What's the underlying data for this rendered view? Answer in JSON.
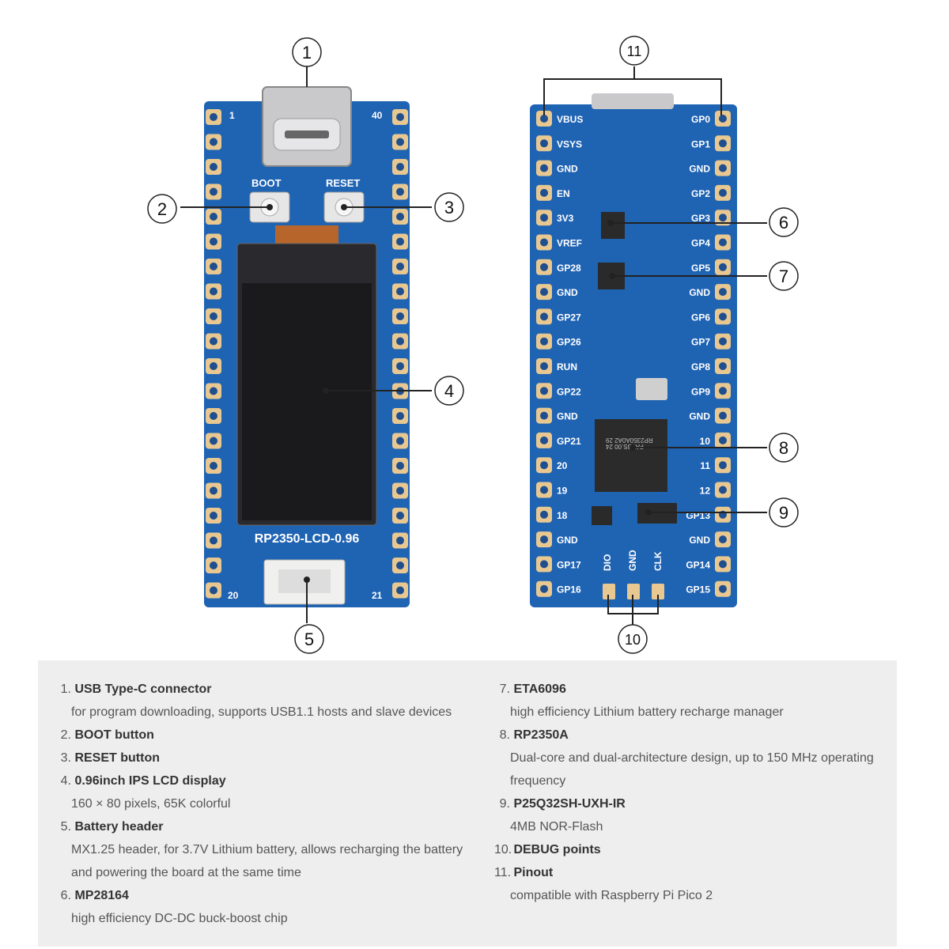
{
  "front": {
    "board_name": "RP2350-LCD-0.96",
    "pin_1": "1",
    "pin_40": "40",
    "pin_20": "20",
    "pin_21": "21",
    "boot_label": "BOOT",
    "reset_label": "RESET"
  },
  "back": {
    "left_pins": [
      "VBUS",
      "VSYS",
      "GND",
      "EN",
      "3V3",
      "VREF",
      "GP28",
      "GND",
      "GP27",
      "GP26",
      "RUN",
      "GP22",
      "GND",
      "GP21",
      "20",
      "19",
      "18",
      "GND",
      "GP17",
      "GP16"
    ],
    "right_pins": [
      "GP0",
      "GP1",
      "GND",
      "GP2",
      "GP3",
      "GP4",
      "GP5",
      "GND",
      "GP6",
      "GP7",
      "GP8",
      "GP9",
      "GND",
      "10",
      "11",
      "12",
      "GP13",
      "GND",
      "GP14",
      "GP15"
    ],
    "debug_labels": [
      "DIO",
      "GND",
      "CLK"
    ],
    "chip_text": [
      "RP2350A0A2 29",
      "PAVBS.00 24"
    ]
  },
  "callouts": [
    "①",
    "②",
    "③",
    "④",
    "⑤",
    "⑥",
    "⑦",
    "⑧",
    "⑨",
    "⑩",
    "⑪"
  ],
  "legend": [
    {
      "num": "1.",
      "title": "USB Type-C connector",
      "desc": [
        "for program downloading, supports USB1.1 hosts and slave devices"
      ]
    },
    {
      "num": "2.",
      "title": "BOOT button",
      "desc": []
    },
    {
      "num": "3.",
      "title": "RESET button",
      "desc": []
    },
    {
      "num": "4.",
      "title": "0.96inch IPS LCD display",
      "desc": [
        "160 × 80 pixels, 65K colorful"
      ]
    },
    {
      "num": "5.",
      "title": "Battery header",
      "desc": [
        "MX1.25 header, for 3.7V Lithium battery, allows recharging the battery",
        "and powering the board at the same time"
      ]
    },
    {
      "num": "6.",
      "title": "MP28164",
      "desc": [
        "high efficiency DC-DC buck-boost chip"
      ]
    },
    {
      "num": "7.",
      "title": "ETA6096",
      "desc": [
        "high efficiency Lithium battery recharge manager"
      ]
    },
    {
      "num": "8.",
      "title": "RP2350A",
      "desc": [
        "Dual-core and dual-architecture design, up to 150 MHz operating",
        "frequency"
      ]
    },
    {
      "num": "9.",
      "title": "P25Q32SH-UXH-IR",
      "desc": [
        "4MB NOR-Flash"
      ]
    },
    {
      "num": "10.",
      "title": "DEBUG points",
      "desc": []
    },
    {
      "num": "11.",
      "title": "Pinout",
      "desc": [
        "compatible with Raspberry Pi Pico 2"
      ]
    }
  ],
  "colors": {
    "pcb": "#1f63b3",
    "pad": "#e8c890",
    "lcd": "#1e1e22",
    "silk": "#ffffff"
  }
}
